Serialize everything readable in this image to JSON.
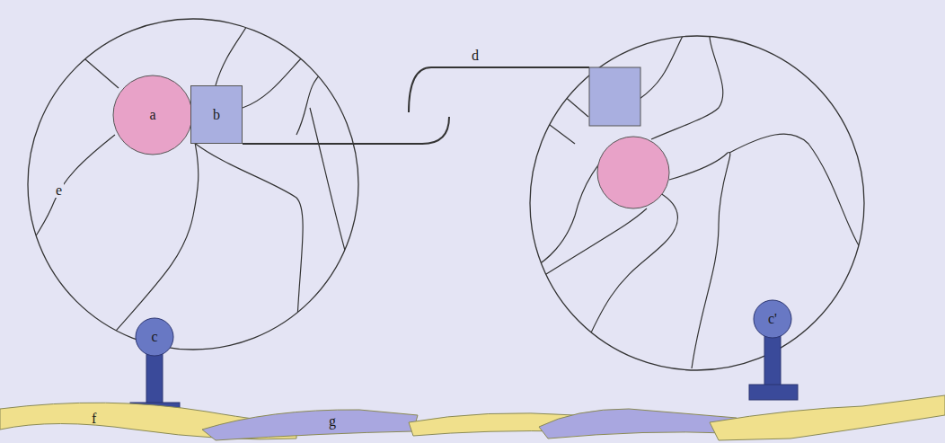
{
  "diagram": {
    "nodes": [
      {
        "text": [
          "a"
        ]
      },
      {
        "text": [
          "b"
        ]
      },
      {
        "text": [
          "c"
        ]
      },
      {
        "text": [
          "c'"
        ]
      }
    ],
    "labels": [
      "d",
      "e",
      "f",
      "g"
    ]
  }
}
